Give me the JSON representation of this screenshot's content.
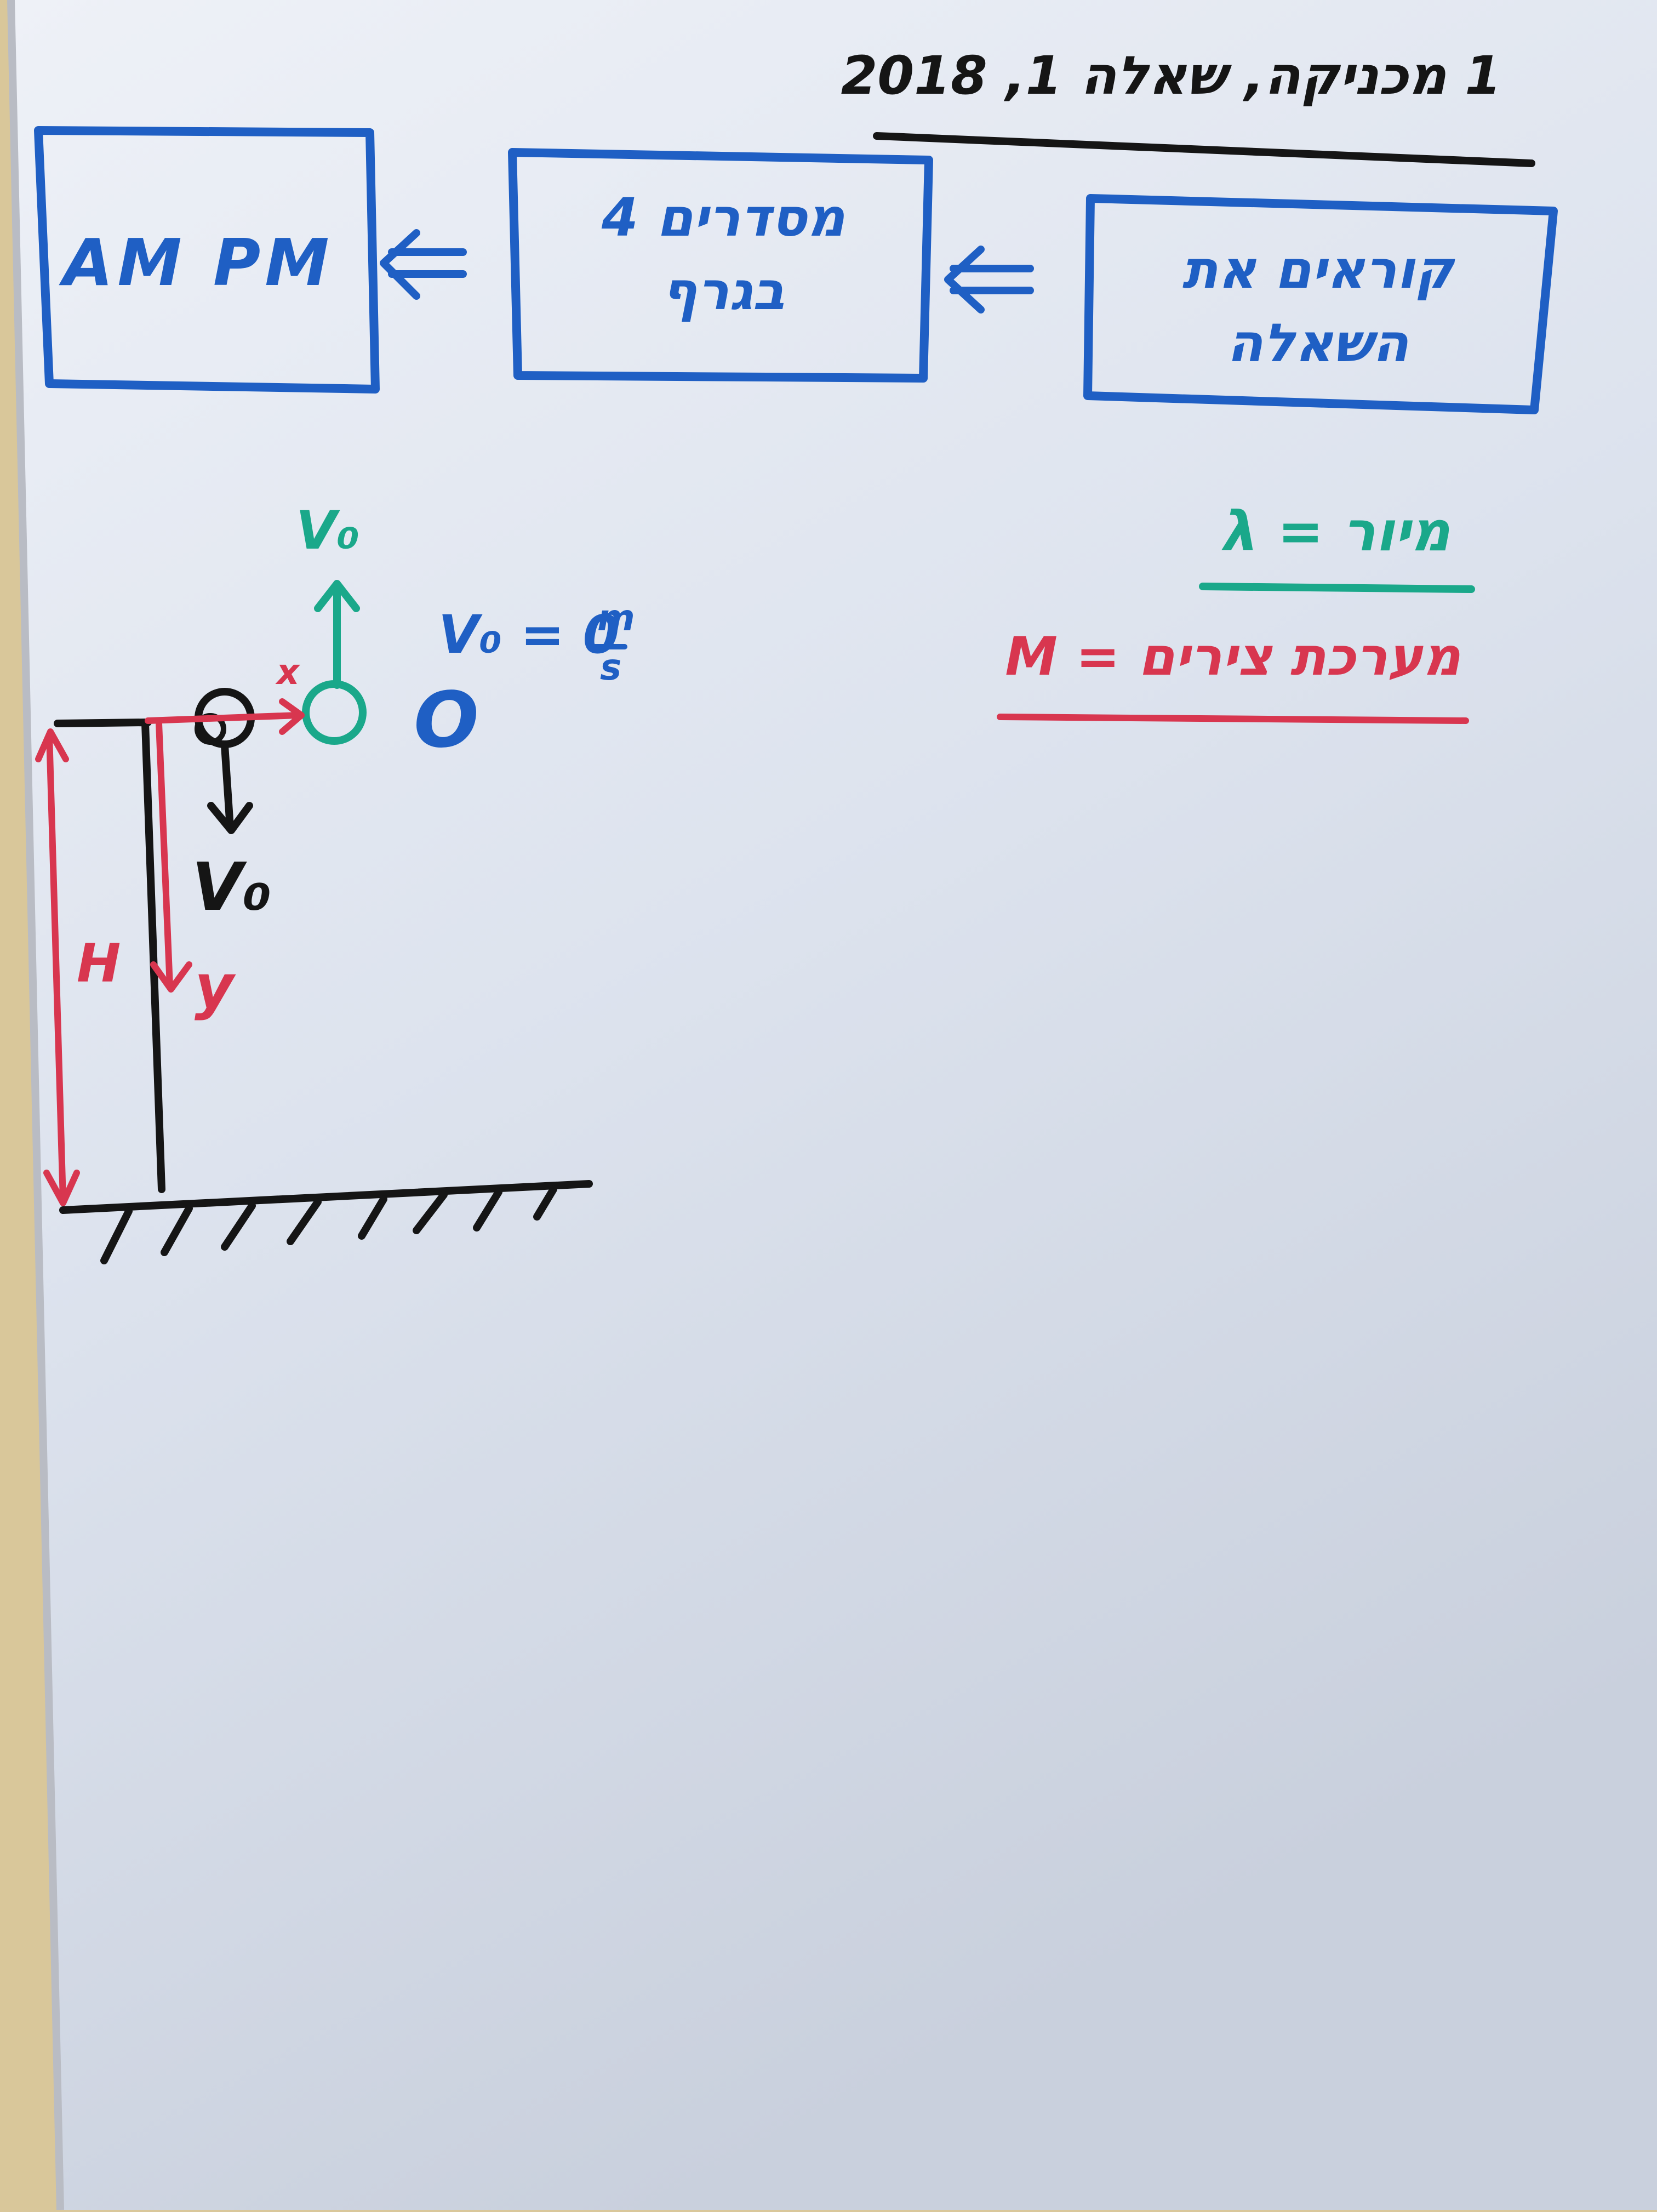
{
  "board": {
    "colors": {
      "surface": "#e3e8f2",
      "frame": "#d9c79a",
      "blue_marker": "#1f5fc4",
      "black_marker": "#151515",
      "green_marker": "#1aa88a",
      "red_marker": "#d8364f"
    }
  },
  "header": {
    "title": "1 מכניקה, שאלה 1, 2018"
  },
  "flow": {
    "box_right": "קוראים את השאלה",
    "box_middle": "מסדרים 4 בגרף",
    "box_left": "AM PM",
    "arrow_icon": "double-left-arrow"
  },
  "legend": {
    "green_entry": "λ = מיור",
    "red_entry": "M = מערכת צירים"
  },
  "diagram": {
    "v0_green": "V₀",
    "v0_black": "V₀",
    "v0_condition_lhs": "V₀ = 0",
    "v0_condition_unit_num": "m",
    "v0_condition_unit_den": "s",
    "origin_label": "O",
    "x_axis_label": "x",
    "y_axis_label": "y",
    "height_label": "H"
  }
}
